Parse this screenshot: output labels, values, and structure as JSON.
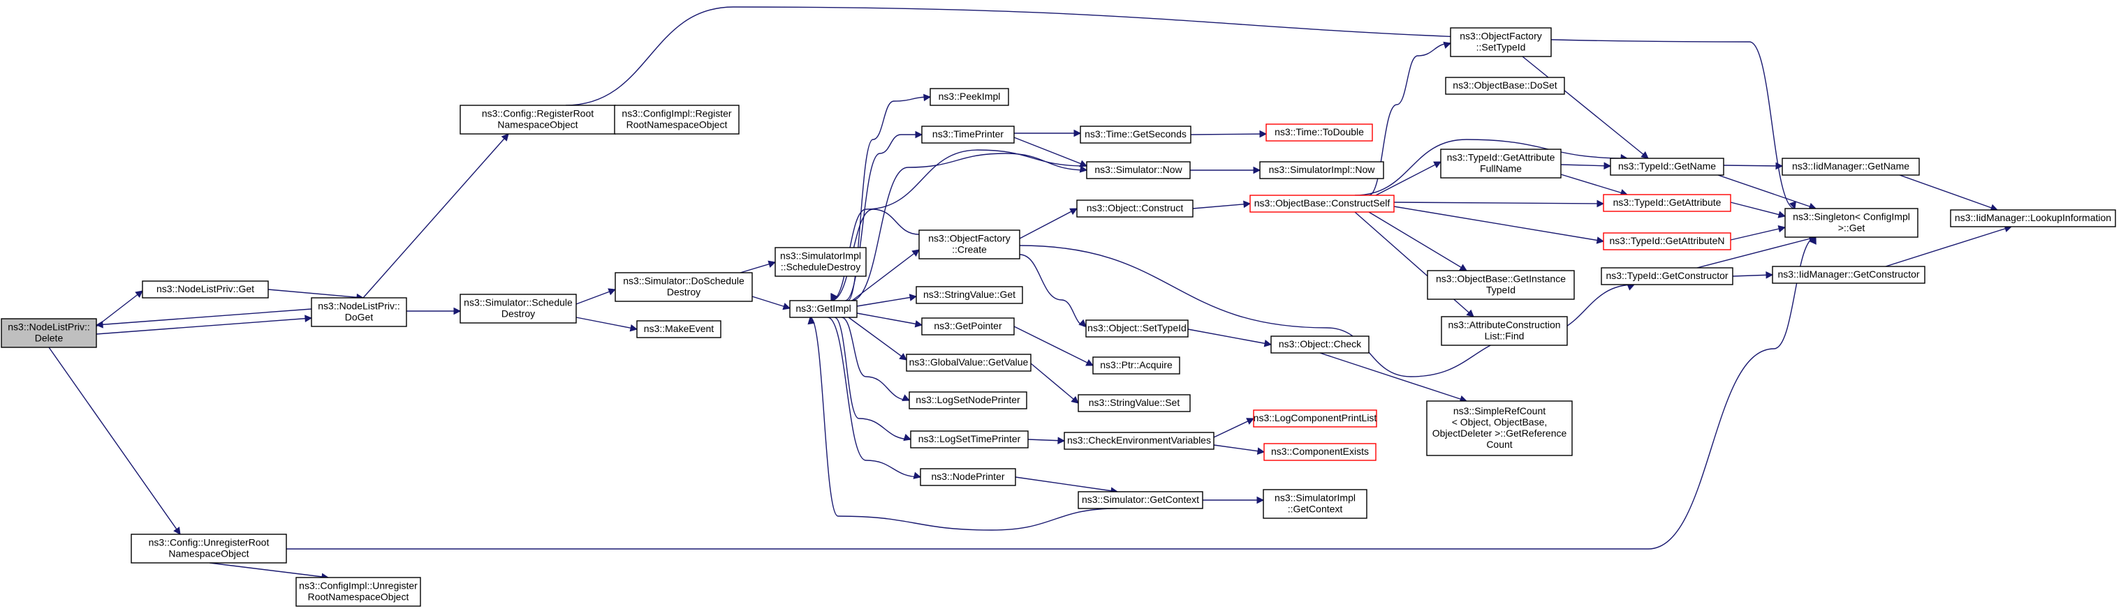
{
  "colors": {
    "edge": "#191970",
    "node_border": "#000000",
    "truncated_border": "#ff0000",
    "root_fill": "#bfbfbf"
  },
  "nodes": [
    {
      "id": "delete",
      "lines": [
        "ns3::NodeListPriv::",
        "Delete"
      ],
      "style": "root"
    },
    {
      "id": "nlp_get",
      "lines": [
        "ns3::NodeListPriv::Get"
      ]
    },
    {
      "id": "doget",
      "lines": [
        "ns3::NodeListPriv::",
        "DoGet"
      ]
    },
    {
      "id": "cfg_register",
      "lines": [
        "ns3::Config::RegisterRoot",
        "NamespaceObject"
      ]
    },
    {
      "id": "cfgimpl_register",
      "lines": [
        "ns3::ConfigImpl::Register",
        "RootNamespaceObject"
      ]
    },
    {
      "id": "sched_destroy",
      "lines": [
        "ns3::Simulator::Schedule",
        "Destroy"
      ]
    },
    {
      "id": "do_sched_destroy",
      "lines": [
        "ns3::Simulator::DoSchedule",
        "Destroy"
      ]
    },
    {
      "id": "makeevent",
      "lines": [
        "ns3::MakeEvent"
      ]
    },
    {
      "id": "simimpl_sched_destroy",
      "lines": [
        "ns3::SimulatorImpl",
        "::ScheduleDestroy"
      ]
    },
    {
      "id": "getimpl",
      "lines": [
        "ns3::GetImpl"
      ]
    },
    {
      "id": "peekimpl",
      "lines": [
        "ns3::PeekImpl"
      ]
    },
    {
      "id": "timeprinter",
      "lines": [
        "ns3::TimePrinter"
      ]
    },
    {
      "id": "time_getseconds",
      "lines": [
        "ns3::Time::GetSeconds"
      ]
    },
    {
      "id": "time_todouble",
      "lines": [
        "ns3::Time::ToDouble"
      ],
      "style": "red"
    },
    {
      "id": "sim_now",
      "lines": [
        "ns3::Simulator::Now"
      ]
    },
    {
      "id": "simimpl_now",
      "lines": [
        "ns3::SimulatorImpl::Now"
      ]
    },
    {
      "id": "of_create",
      "lines": [
        "ns3::ObjectFactory",
        "::Create"
      ]
    },
    {
      "id": "obj_construct",
      "lines": [
        "ns3::Object::Construct"
      ]
    },
    {
      "id": "ob_constructself",
      "lines": [
        "ns3::ObjectBase::ConstructSelf"
      ],
      "style": "red"
    },
    {
      "id": "stringvalue_get",
      "lines": [
        "ns3::StringValue::Get"
      ]
    },
    {
      "id": "getpointer",
      "lines": [
        "ns3::GetPointer"
      ]
    },
    {
      "id": "obj_settypeid",
      "lines": [
        "ns3::Object::SetTypeId"
      ]
    },
    {
      "id": "ptr_acquire",
      "lines": [
        "ns3::Ptr::Acquire"
      ]
    },
    {
      "id": "gv_getvalue",
      "lines": [
        "ns3::GlobalValue::GetValue"
      ]
    },
    {
      "id": "stringvalue_set",
      "lines": [
        "ns3::StringValue::Set"
      ]
    },
    {
      "id": "obj_check",
      "lines": [
        "ns3::Object::Check"
      ]
    },
    {
      "id": "logsetnodeprinter",
      "lines": [
        "ns3::LogSetNodePrinter"
      ]
    },
    {
      "id": "logsettimeprinter",
      "lines": [
        "ns3::LogSetTimePrinter"
      ]
    },
    {
      "id": "checkenv",
      "lines": [
        "ns3::CheckEnvironmentVariables"
      ]
    },
    {
      "id": "logcomponentprintlist",
      "lines": [
        "ns3::LogComponentPrintList"
      ],
      "style": "red"
    },
    {
      "id": "componentexists",
      "lines": [
        "ns3::ComponentExists"
      ],
      "style": "red"
    },
    {
      "id": "nodeprinter",
      "lines": [
        "ns3::NodePrinter"
      ]
    },
    {
      "id": "sim_getcontext",
      "lines": [
        "ns3::Simulator::GetContext"
      ]
    },
    {
      "id": "simimpl_getcontext",
      "lines": [
        "ns3::SimulatorImpl",
        "::GetContext"
      ]
    },
    {
      "id": "of_settypeid",
      "lines": [
        "ns3::ObjectFactory",
        "::SetTypeId"
      ]
    },
    {
      "id": "ob_doset",
      "lines": [
        "ns3::ObjectBase::DoSet"
      ]
    },
    {
      "id": "tid_getattrfullname",
      "lines": [
        "ns3::TypeId::GetAttribute",
        "FullName"
      ]
    },
    {
      "id": "tid_getname",
      "lines": [
        "ns3::TypeId::GetName"
      ]
    },
    {
      "id": "tid_getattribute",
      "lines": [
        "ns3::TypeId::GetAttribute"
      ],
      "style": "red"
    },
    {
      "id": "tid_getattributen",
      "lines": [
        "ns3::TypeId::GetAttributeN"
      ],
      "style": "red"
    },
    {
      "id": "tid_getconstructor",
      "lines": [
        "ns3::TypeId::GetConstructor"
      ]
    },
    {
      "id": "ob_getinstancetypeid",
      "lines": [
        "ns3::ObjectBase::GetInstance",
        "TypeId"
      ]
    },
    {
      "id": "acl_find",
      "lines": [
        "ns3::AttributeConstruction",
        "List::Find"
      ]
    },
    {
      "id": "simplerefcount",
      "lines": [
        "ns3::SimpleRefCount",
        "< Object, ObjectBase,",
        "ObjectDeleter >::GetReference",
        "Count"
      ]
    },
    {
      "id": "singleton_get",
      "lines": [
        "ns3::Singleton< ConfigImpl",
        " >::Get"
      ]
    },
    {
      "id": "iidm_getname",
      "lines": [
        "ns3::IidManager::GetName"
      ]
    },
    {
      "id": "iidm_getconstructor",
      "lines": [
        "ns3::IidManager::GetConstructor"
      ]
    },
    {
      "id": "iidm_lookupinfo",
      "lines": [
        "ns3::IidManager::LookupInformation"
      ]
    },
    {
      "id": "cfg_unregister",
      "lines": [
        "ns3::Config::UnregisterRoot",
        "NamespaceObject"
      ]
    },
    {
      "id": "cfgimpl_unregister",
      "lines": [
        "ns3::ConfigImpl::Unregister",
        "RootNamespaceObject"
      ]
    }
  ]
}
